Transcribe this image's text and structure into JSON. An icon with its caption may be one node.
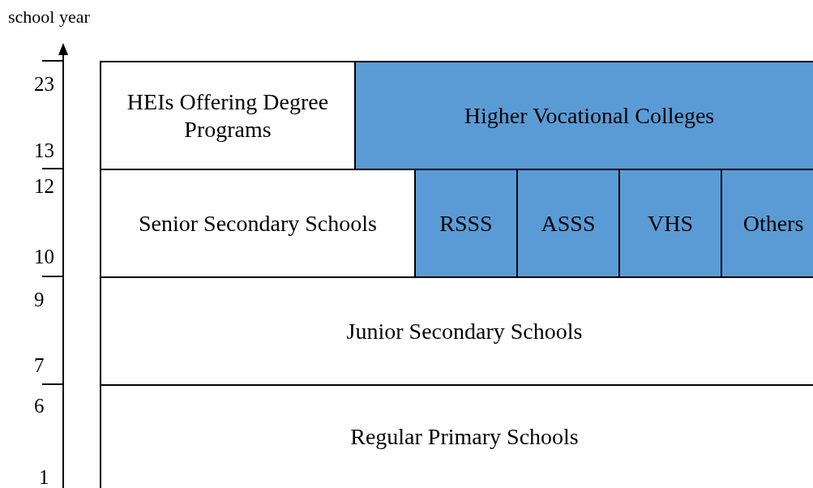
{
  "diagram": {
    "nodes": [
      {
        "text": [
          "HEIs Offering Degree Programs"
        ]
      },
      {
        "text": [
          "Higher Vocational Colleges"
        ]
      },
      {
        "text": [
          "Senior Secondary Schools"
        ]
      },
      {
        "text": [
          "RSSS"
        ]
      },
      {
        "text": [
          "ASSS"
        ]
      },
      {
        "text": [
          "VHS"
        ]
      },
      {
        "text": [
          "Others"
        ]
      },
      {
        "text": [
          "Junior Secondary Schools"
        ]
      },
      {
        "text": [
          "Regular Primary Schools"
        ]
      }
    ],
    "edges": [],
    "labels": [
      "school year",
      "23",
      "13",
      "12",
      "10",
      "9",
      "7",
      "6",
      "1"
    ]
  }
}
